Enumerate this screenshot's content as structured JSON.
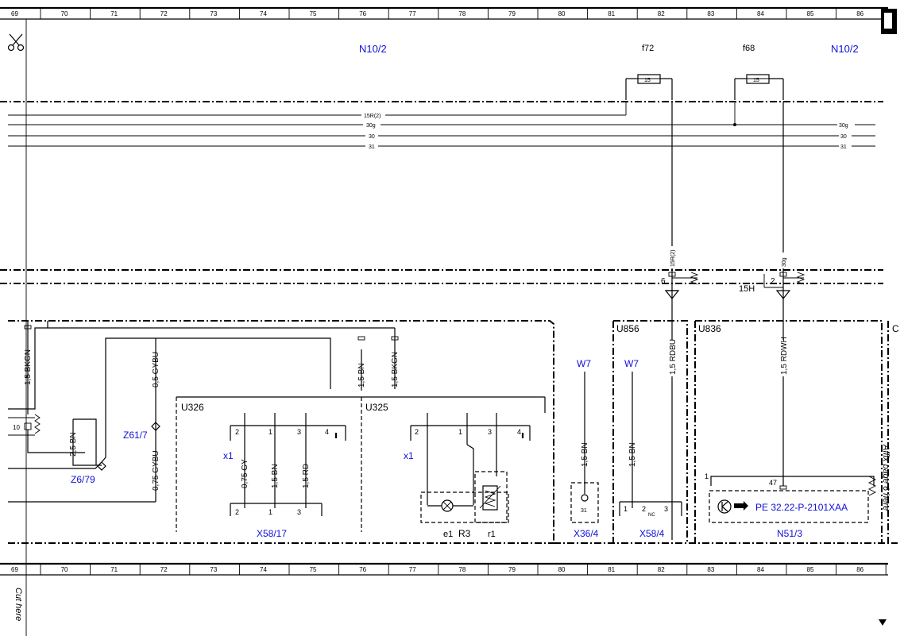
{
  "grid": {
    "columns": [
      "69",
      "70",
      "71",
      "72",
      "73",
      "74",
      "75",
      "76",
      "77",
      "78",
      "79",
      "80",
      "81",
      "82",
      "83",
      "84",
      "85",
      "86"
    ]
  },
  "labels": {
    "module_left": "N10/2",
    "module_right": "N10/2",
    "fuse_f72": "f72",
    "fuse_f68": "f68",
    "fuse_rating": "15",
    "bus_15r": "15R(2)",
    "bus_30g": "30g",
    "bus_30": "30",
    "bus_31": "31",
    "pin_6": "6",
    "pin_2": "2",
    "pin_15h": "15H",
    "wire_15r2": "15R(2)",
    "wire_30g": "30g",
    "wire_bkgn_left": "1,5 BKGN",
    "wire_gybu_05": "0,5 GYBU",
    "wire_bn_15_a": "1,5 BN",
    "wire_bkgn_mid": "1,5 BKGN",
    "wire_rdbu": "1,5 RDBU",
    "wire_rdwh": "1,5 RDWH",
    "wire_bn_25": "2,5 BN",
    "wire_gybu_075": "0,75 GYBU",
    "wire_gy_075": "0,75 GY",
    "wire_bn_15_b": "1,5 BN",
    "wire_rd_15": "1,5 RD",
    "wire_bn_15_c": "1,5 BN",
    "wire_bn_15_d": "1,5 BN",
    "u326": "U326",
    "u325": "U325",
    "u856": "U856",
    "u836": "U836",
    "u_cut": "C",
    "z61_7": "Z61/7",
    "z6_79": "Z6/79",
    "x1_a": "x1",
    "x1_b": "x1",
    "x58_17": "X58/17",
    "x36_4": "X36/4",
    "x58_4": "X58/4",
    "n51_3": "N51/3",
    "w7_a": "W7",
    "w7_b": "W7",
    "r3": "R3",
    "e1": "e1",
    "r1": "r1",
    "pin_10": "10",
    "pin_47": "47",
    "pin_1_n51": "1",
    "pin_31": "31",
    "pin_nc": "NC",
    "ref_pe": "PE 32.22-P-2101XAA",
    "cut_here_left": "Cut here",
    "cut_here_right": "Affix page 6 here"
  },
  "colors": {
    "link": "#1010d8",
    "line": "#000000"
  }
}
